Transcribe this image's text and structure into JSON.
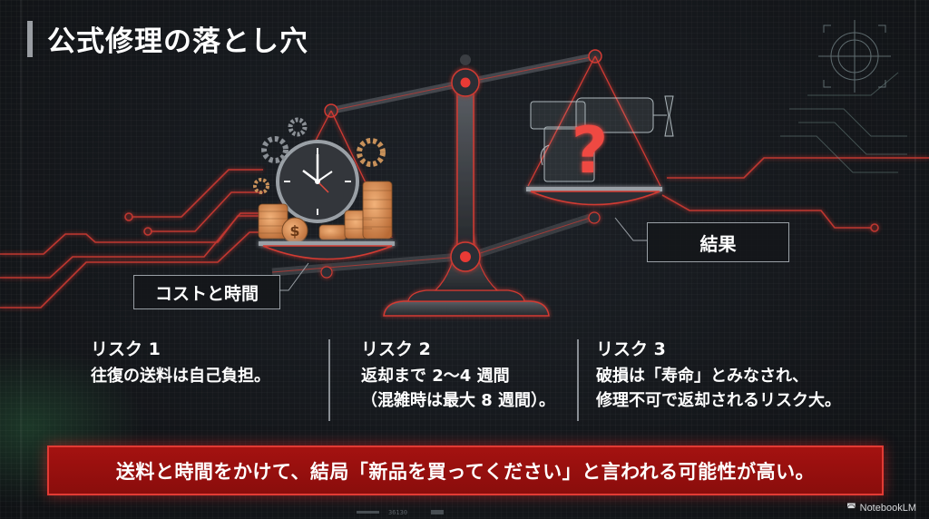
{
  "slide": {
    "title": "公式修理の落とし穴",
    "labels": {
      "left_pan": "コストと時間",
      "right_pan": "結果"
    },
    "illustration": {
      "left_pan_icons": [
        "clock-icon",
        "coins-icon",
        "dollar-coin-icon",
        "gear-icon"
      ],
      "right_pan_icons": [
        "machine-part-icon",
        "question-mark-icon"
      ],
      "right_symbol": "?"
    },
    "risks": [
      {
        "title": "リスク 1",
        "lines": [
          "往復の送料は自己負担。"
        ]
      },
      {
        "title": "リスク 2",
        "lines": [
          "返却まで 2～4 週間",
          "（混雑時は最大 8 週間）。"
        ]
      },
      {
        "title": "リスク 3",
        "lines": [
          "破損は「寿命」とみなされ、",
          "修理不可で返却されるリスク大。"
        ]
      }
    ],
    "banner": "送料と時間をかけて、結局「新品を買ってください」と言われる可能性が高い。",
    "decor_text": "36130",
    "brand": "NotebookLM"
  },
  "colors": {
    "accent_red": "#e23b34",
    "banner_bg": "#a41210",
    "background": "#15181c",
    "label_border": "#9aa0a6"
  }
}
